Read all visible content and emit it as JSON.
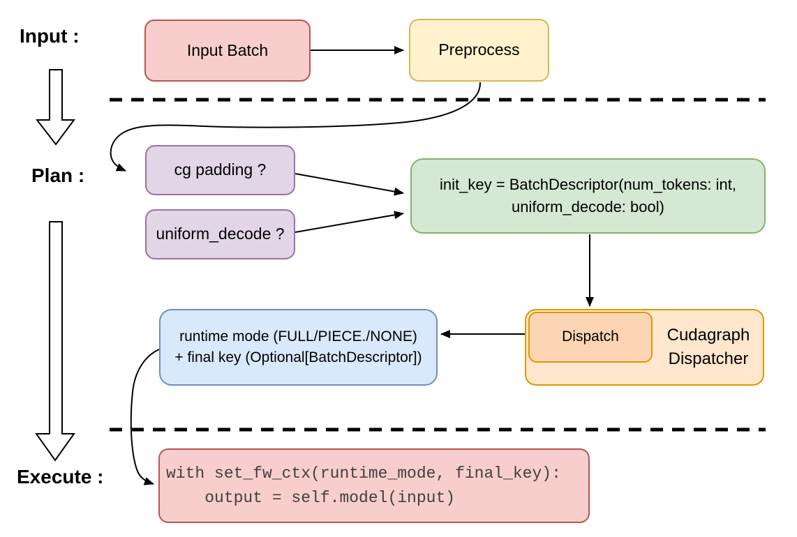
{
  "stages": {
    "input": "Input :",
    "plan": "Plan :",
    "execute": "Execute :"
  },
  "nodes": {
    "input_batch": {
      "label": "Input Batch"
    },
    "preprocess": {
      "label": "Preprocess"
    },
    "cg_padding": {
      "label": "cg padding ?"
    },
    "uniform_decode": {
      "label": "uniform_decode ?"
    },
    "init_key": {
      "line1": "init_key = BatchDescriptor(num_tokens: int,",
      "line2": "uniform_decode: bool)"
    },
    "runtime": {
      "line1": "runtime mode (FULL/PIECE./NONE)",
      "line2": "+ final key (Optional[BatchDescriptor])"
    },
    "dispatch": {
      "label": "Dispatch"
    },
    "cudagraph_dispatcher": {
      "line1": "Cudagraph",
      "line2": "Dispatcher"
    },
    "execute_code": {
      "line1": "with set_fw_ctx(runtime_mode, final_key):",
      "line2": "    output = self.model(input)"
    }
  },
  "colors": {
    "red_fill": "#f8cecc",
    "red_stroke": "#b85450",
    "yellow_fill": "#fff2cc",
    "yellow_stroke": "#d6b656",
    "purple_fill": "#e1d5e7",
    "purple_stroke": "#9673a6",
    "green_fill": "#d5e8d4",
    "green_stroke": "#82b366",
    "blue_fill": "#dae8fc",
    "blue_stroke": "#6c8ebf",
    "orange_fill": "#ffe6cc",
    "orange_inner_fill": "#fbd5b3",
    "orange_stroke": "#d79b00",
    "connector": "#000000",
    "code_text": "#404040"
  }
}
